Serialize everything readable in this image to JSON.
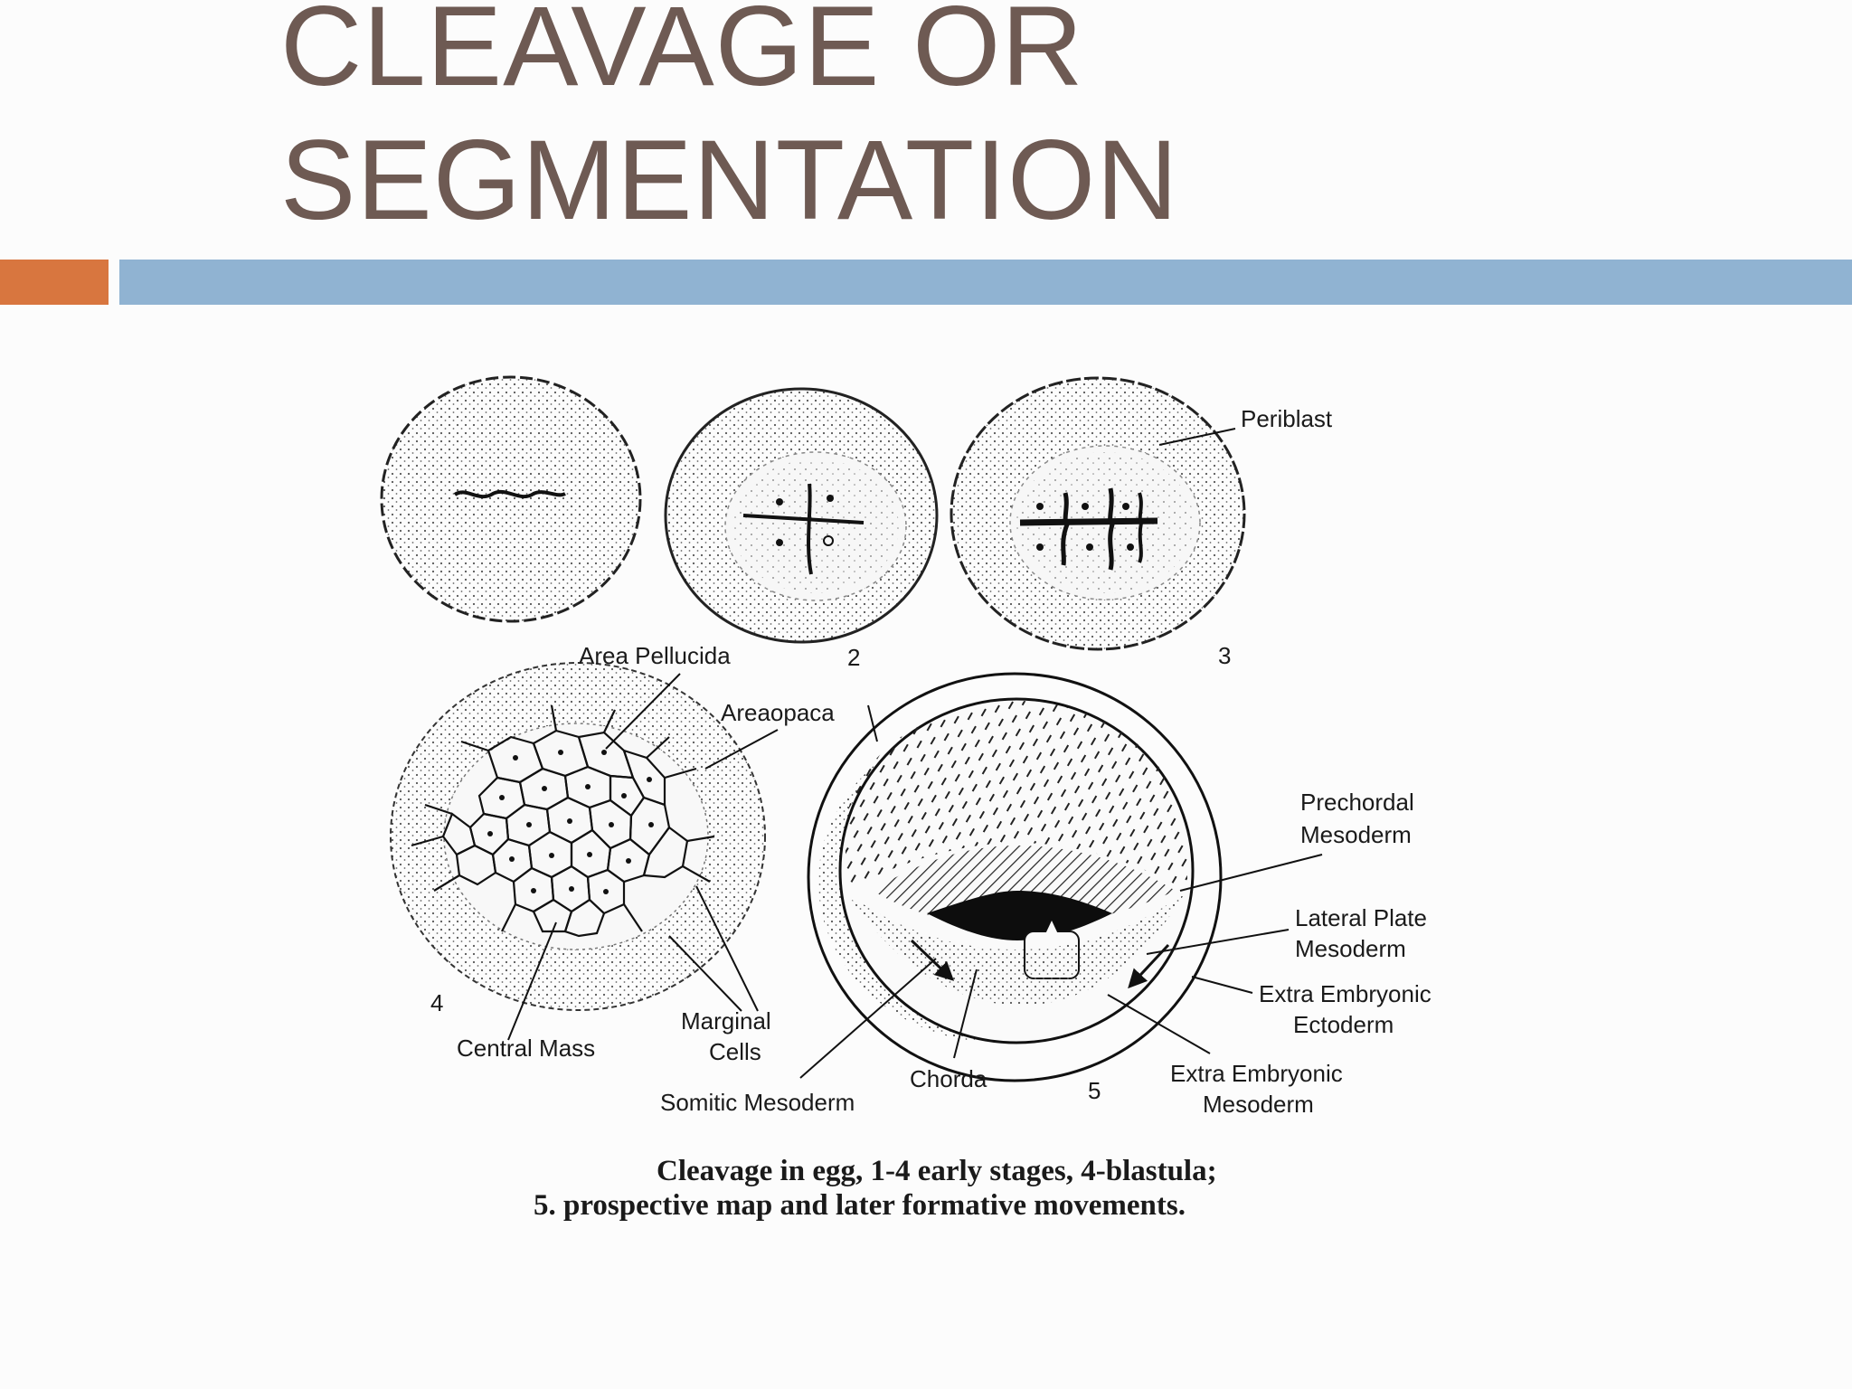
{
  "slide": {
    "title_line1": "CLEAVAGE OR",
    "title_line2": "SEGMENTATION"
  },
  "colors": {
    "title": "#6e5a53",
    "accent_orange": "#d8763f",
    "accent_blue": "#90b3d2"
  },
  "figure": {
    "labels": {
      "periblast": "Periblast",
      "area_pellucida": "Area Pellucida",
      "areaopaca": "Areaopaca",
      "num_2": "2",
      "num_3": "3",
      "num_4": "4",
      "num_5": "5",
      "prechordal_1": "Prechordal",
      "prechordal_2": "Mesoderm",
      "lateral_1": "Lateral Plate",
      "lateral_2": "Mesoderm",
      "extra_ecto_1": "Extra Embryonic",
      "extra_ecto_2": "Ectoderm",
      "extra_meso_1": "Extra Embryonic",
      "extra_meso_2": "Mesoderm",
      "central_mass": "Central Mass",
      "marginal_1": "Marginal",
      "marginal_2": "Cells",
      "chorda": "Chorda",
      "somitic": "Somitic Mesoderm"
    },
    "caption_line1": "Cleavage in egg, 1-4 early stages, 4-blastula;",
    "caption_line2": "5. prospective map and later formative movements."
  }
}
